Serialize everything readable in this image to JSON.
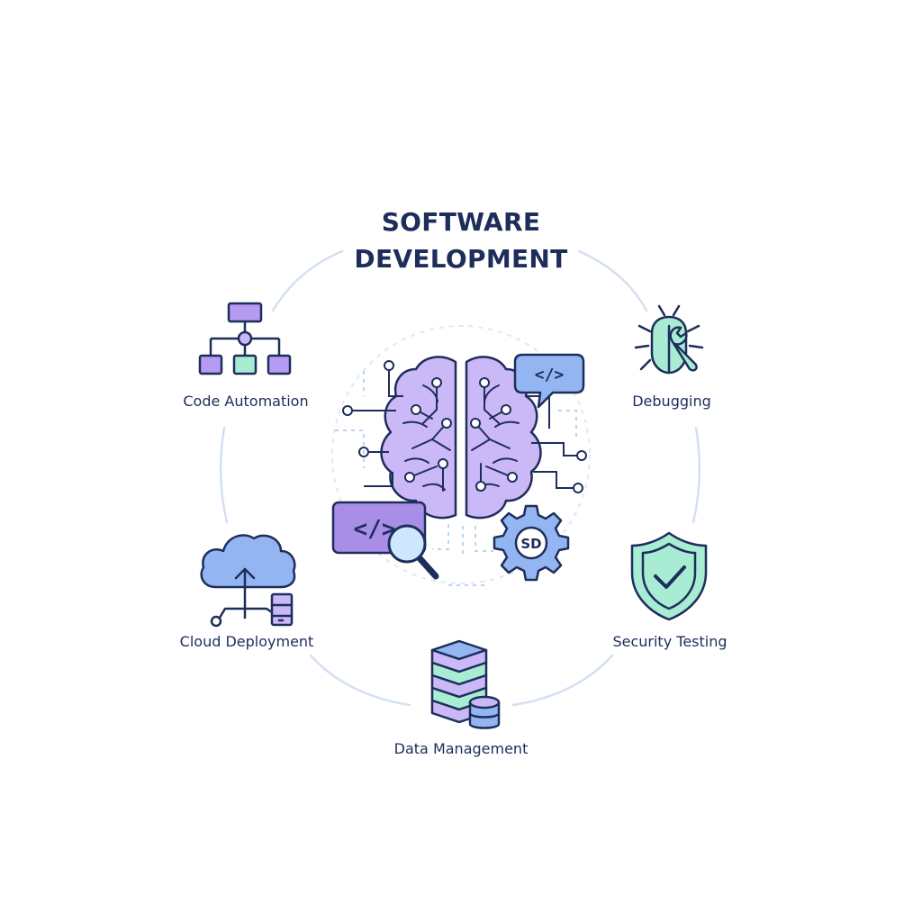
{
  "title": {
    "line1": "SOFTWARE",
    "line2": "DEVELOPMENT"
  },
  "center": {
    "code_bubble": "</>",
    "code_window": "</>",
    "gear_badge": "SD"
  },
  "nodes": [
    {
      "id": "code-automation",
      "label": "Code Automation",
      "icon": "flowchart-hierarchy-icon"
    },
    {
      "id": "debugging",
      "label": "Debugging",
      "icon": "bug-wrench-icon"
    },
    {
      "id": "cloud-deployment",
      "label": "Cloud Deployment",
      "icon": "cloud-upload-server-icon"
    },
    {
      "id": "security-testing",
      "label": "Security Testing",
      "icon": "shield-check-icon"
    },
    {
      "id": "data-management",
      "label": "Data Management",
      "icon": "server-stack-database-icon"
    }
  ],
  "colors": {
    "navy": "#1e2e5a",
    "lavender": "#c9b6f5",
    "purple": "#a98ee8",
    "mint": "#a8ecd4",
    "blue": "#8fb3f2",
    "ring": "#d4e0f2"
  }
}
